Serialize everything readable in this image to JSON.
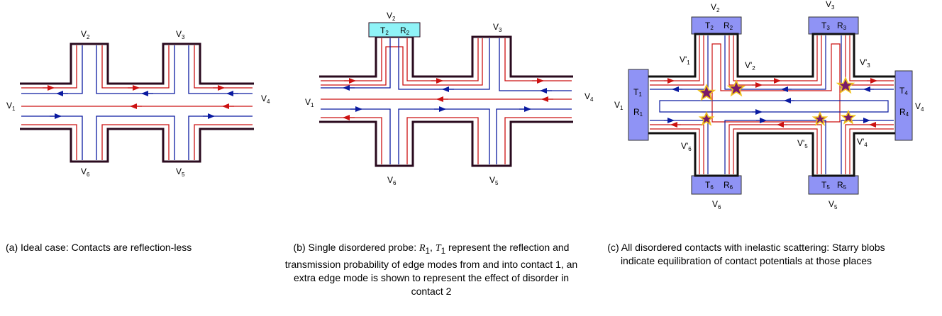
{
  "colors": {
    "outline": "#2a0a1e",
    "red_mode": "#cc1111",
    "blue_mode": "#0a1aa0",
    "probe_plain": "#8f93f5",
    "probe_cyan": "#8ff3f7",
    "star_fill": "#7a1a6a",
    "star_edge": "#f1c21b"
  },
  "panel_a": {
    "terminals": {
      "v1": "V",
      "v1_sub": "1",
      "v2": "V",
      "v2_sub": "2",
      "v3": "V",
      "v3_sub": "3",
      "v4": "V",
      "v4_sub": "4",
      "v5": "V",
      "v5_sub": "5",
      "v6": "V",
      "v6_sub": "6"
    },
    "caption": "(a)  Ideal case: Contacts are reflection-less"
  },
  "panel_b": {
    "terminals": {
      "v1": "V",
      "v1_sub": "1",
      "v2": "V",
      "v2_sub": "2",
      "v3": "V",
      "v3_sub": "3",
      "v4": "V",
      "v4_sub": "4",
      "v5": "V",
      "v5_sub": "5",
      "v6": "V",
      "v6_sub": "6"
    },
    "probe": {
      "t": "T",
      "t_sub": "2",
      "r": "R",
      "r_sub": "2"
    },
    "caption_prefix": "(b)  Single disordered probe: ",
    "caption_math": "R",
    "caption_math_sub1": "1",
    "caption_math_sep": ", ",
    "caption_math2": "T",
    "caption_math_sub2": "1",
    "caption_rest": " represent the reflection and transmission probability of edge modes from and into contact 1, an extra edge mode is shown to represent the effect of disorder in contact 2"
  },
  "panel_c": {
    "terminals": {
      "v1": "V",
      "v1_sub": "1",
      "v2": "V",
      "v2_sub": "2",
      "v3": "V",
      "v3_sub": "3",
      "v4": "V",
      "v4_sub": "4",
      "v5": "V",
      "v5_sub": "5",
      "v6": "V",
      "v6_sub": "6"
    },
    "primed": {
      "p1": "V'",
      "p1_sub": "1",
      "p2": "V'",
      "p2_sub": "2",
      "p3": "V'",
      "p3_sub": "3",
      "p4": "V'",
      "p4_sub": "4",
      "p5": "V'",
      "p5_sub": "5",
      "p6": "V'",
      "p6_sub": "6"
    },
    "probes": {
      "c1_t": "T",
      "c1_t_sub": "1",
      "c1_r": "R",
      "c1_r_sub": "1",
      "c2_t": "T",
      "c2_t_sub": "2",
      "c2_r": "R",
      "c2_r_sub": "2",
      "c3_t": "T",
      "c3_t_sub": "3",
      "c3_r": "R",
      "c3_r_sub": "3",
      "c4_t": "T",
      "c4_t_sub": "4",
      "c4_r": "R",
      "c4_r_sub": "4",
      "c5_t": "T",
      "c5_t_sub": "5",
      "c5_r": "R",
      "c5_r_sub": "5",
      "c6_t": "T",
      "c6_t_sub": "6",
      "c6_r": "R",
      "c6_r_sub": "6"
    },
    "caption": "(c)  All disordered contacts with inelastic scattering: Starry blobs indicate equilibration of contact potentials at those places"
  }
}
